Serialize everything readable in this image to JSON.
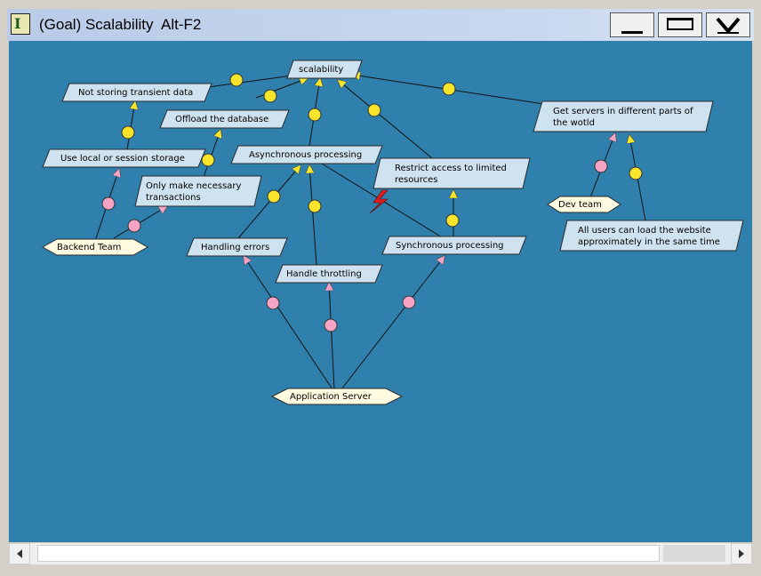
{
  "window": {
    "title": "(Goal) Scalability  Alt-F2",
    "icon": "ig-app-icon"
  },
  "titlebar_buttons": {
    "minimize": "minimize-icon",
    "maximize": "maximize-icon",
    "close": "close-icon"
  },
  "colors": {
    "canvas": "#2f80ad",
    "goal_fill": "#cfe2ef",
    "actor_fill": "#fffbe0",
    "help_link_dot": "#f8e52b",
    "depend_link_dot": "#f6a3c4",
    "conflict": "#e02020"
  },
  "graph": {
    "goals": {
      "scalability": "scalability",
      "not_storing": "Not storing transient data",
      "offload": "Offload the database",
      "async": "Asynchronous processing",
      "local_storage": "Use local or session storage",
      "necessary_tx_1": "Only make necessary",
      "necessary_tx_2": "transactions",
      "handling_errors": "Handling errors",
      "throttling": "Handle throttling",
      "restrict_1": "Restrict access to limited",
      "restrict_2": "resources",
      "sync": "Synchronous processing",
      "servers_1": "Get servers in different parts of",
      "servers_2": "the wotld",
      "all_users_1": "All users can load the website",
      "all_users_2": "approximately in the same time"
    },
    "actors": {
      "backend_team": "Backend Team",
      "app_server": "Application Server",
      "dev_team": "Dev team"
    }
  },
  "scrollbar": {
    "left": "scroll-left-icon",
    "right": "scroll-right-icon"
  }
}
